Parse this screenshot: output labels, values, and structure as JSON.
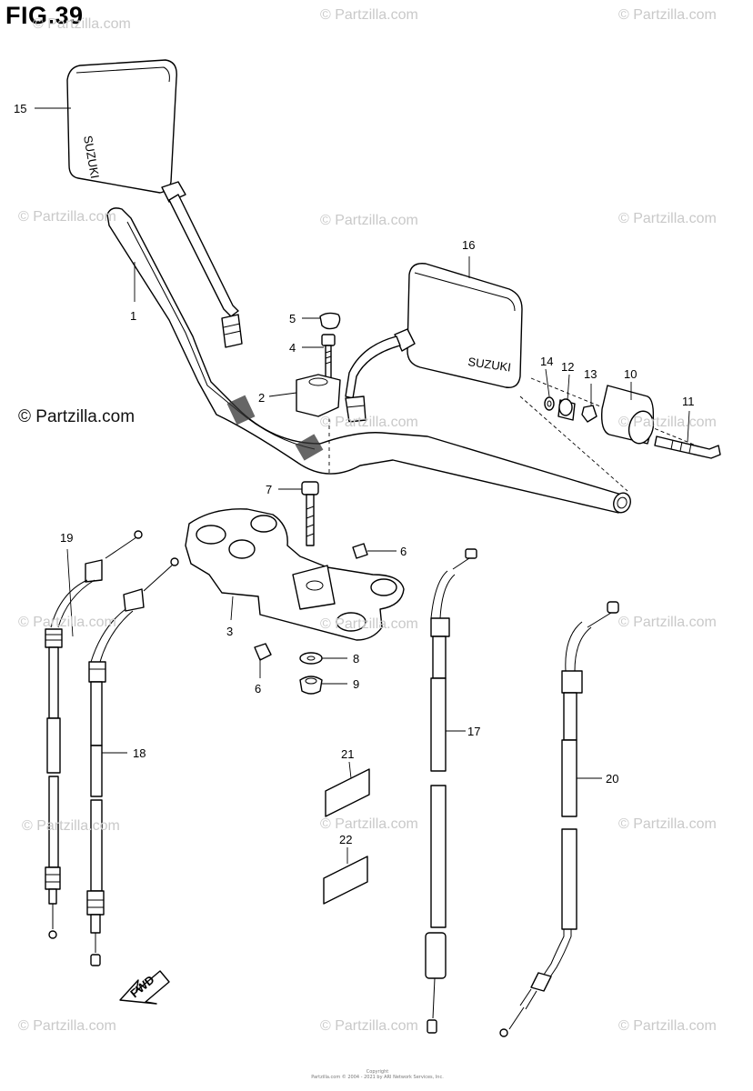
{
  "figure": {
    "title": "FIG.39",
    "brand": "© Partzilla.com",
    "watermark": "© Partzilla.com",
    "copyright_lines": [
      "Copyright",
      "Partzilla.com © 2004 - 2021 by ARI Network Services, Inc."
    ]
  },
  "mirror_text": "SUZUKI",
  "fwd_label": "FWD",
  "callouts": [
    "15",
    "1",
    "16",
    "5",
    "4",
    "2",
    "14",
    "12",
    "13",
    "10",
    "11",
    "7",
    "6",
    "19",
    "3",
    "8",
    "9",
    "17",
    "18",
    "21",
    "20",
    "22"
  ],
  "colors": {
    "line": "#000000",
    "watermark": "#c9c9c9",
    "background": "#ffffff"
  }
}
